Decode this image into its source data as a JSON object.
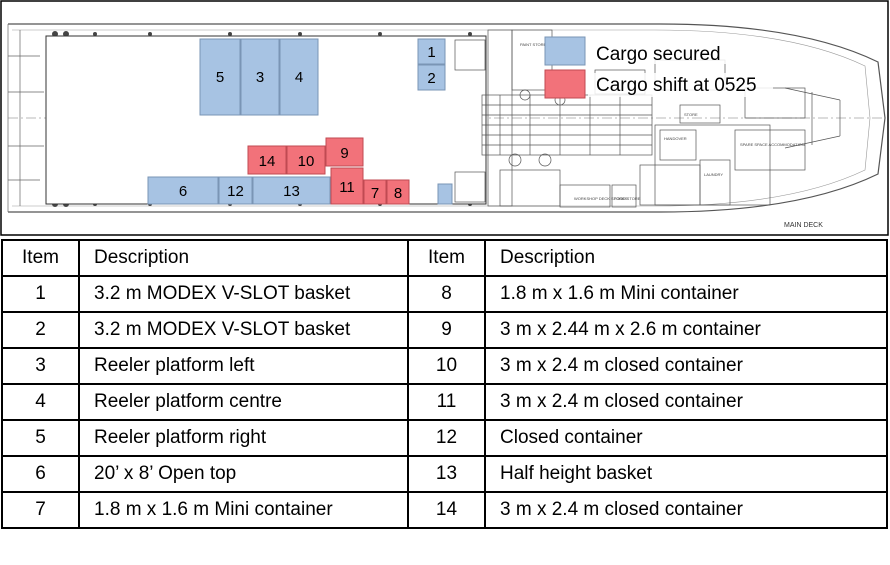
{
  "deck_plan": {
    "deck_name": "MAIN DECK",
    "room_labels": {
      "paint_store": "PAINT STORE",
      "handover": "HANDOVER",
      "laundry": "LAUNDRY",
      "store": "STORE",
      "spare_space": "SPARE SPACE ACCOMMODATION",
      "workshop": "WORKSHOP DECK STORES",
      "food_store": "FOOD STORE"
    },
    "legend": [
      {
        "key": "secured",
        "label": "Cargo secured",
        "color": "#a7c3e3"
      },
      {
        "key": "shifted",
        "label": "Cargo shift at 0525",
        "color": "#f2727a"
      }
    ],
    "cargo": [
      {
        "id": "1",
        "status": "secured"
      },
      {
        "id": "2",
        "status": "secured"
      },
      {
        "id": "3",
        "status": "secured"
      },
      {
        "id": "4",
        "status": "secured"
      },
      {
        "id": "5",
        "status": "secured"
      },
      {
        "id": "6",
        "status": "secured"
      },
      {
        "id": "7",
        "status": "shifted"
      },
      {
        "id": "8",
        "status": "shifted"
      },
      {
        "id": "9",
        "status": "shifted"
      },
      {
        "id": "10",
        "status": "shifted"
      },
      {
        "id": "11",
        "status": "shifted"
      },
      {
        "id": "12",
        "status": "secured"
      },
      {
        "id": "13",
        "status": "secured"
      },
      {
        "id": "14",
        "status": "shifted"
      }
    ]
  },
  "table": {
    "headers": [
      "Item",
      "Description",
      "Item",
      "Description"
    ],
    "rows": [
      {
        "left_item": "1",
        "left_desc": "3.2 m MODEX V-SLOT basket",
        "right_item": "8",
        "right_desc": "1.8 m x 1.6 m Mini container"
      },
      {
        "left_item": "2",
        "left_desc": "3.2 m MODEX V-SLOT basket",
        "right_item": "9",
        "right_desc": "3 m x 2.44 m x 2.6 m container"
      },
      {
        "left_item": "3",
        "left_desc": "Reeler platform left",
        "right_item": "10",
        "right_desc": "3 m x 2.4 m closed container"
      },
      {
        "left_item": "4",
        "left_desc": "Reeler platform centre",
        "right_item": "11",
        "right_desc": "3 m x 2.4 m closed container"
      },
      {
        "left_item": "5",
        "left_desc": "Reeler platform right",
        "right_item": "12",
        "right_desc": "Closed container"
      },
      {
        "left_item": "6",
        "left_desc": "20’ x 8’ Open top",
        "right_item": "13",
        "right_desc": "Half height basket"
      },
      {
        "left_item": "7",
        "left_desc": "1.8 m x 1.6 m Mini container",
        "right_item": "14",
        "right_desc": "3 m x 2.4 m closed container"
      }
    ]
  }
}
